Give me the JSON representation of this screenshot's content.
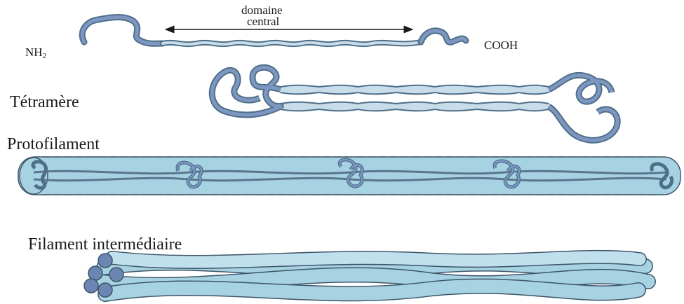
{
  "labels": {
    "domaine_line1": "domaine",
    "domaine_line2": "central",
    "n_terminus": "NH",
    "n_terminus_sub": "2",
    "c_terminus": "COOH",
    "tetramer": "Tétramère",
    "protofilament": "Protofilament",
    "intermediate_filament": "Filament intermédiaire"
  },
  "colors": {
    "fiber_fill": "#b8d4e6",
    "fiber_stroke": "#4e6f8a",
    "head_fill": "#6b86b3",
    "tube_fill": "#a6d2e2",
    "tube_stroke": "#3d5468",
    "text": "#1a1a1a"
  }
}
